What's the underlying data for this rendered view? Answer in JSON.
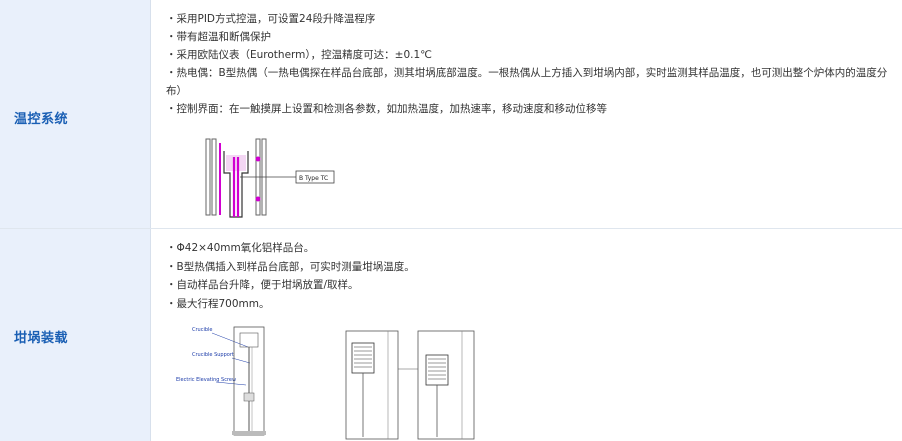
{
  "section1": {
    "label": "温控系统",
    "items": [
      "・采用PID方式控温，可设置24段升降温程序",
      "・带有超温和断偶保护",
      "・采用欧陆仪表（Eurotherm），控温精度可达：±0.1℃",
      "・热电偶：B型热偶（一热电偶探在样品台底部，测其坩埚底部温度。一根热偶从上方插入到坩埚内部，实时监测其样品温度，也可测出整个炉体内的温度分布）",
      "・控制界面：在一触摸屏上设置和检测各参数，如加热温度，加热速率，移动速度和移动位移等"
    ],
    "figure": {
      "tc_label": "B Type TC"
    }
  },
  "section2": {
    "label": "坩埚装载",
    "items": [
      "・Φ42×40mm氧化铝样品台。",
      "・B型热偶插入到样品台底部，可实时测量坩埚温度。",
      "・自动样品台升降，便于坩埚放置/取样。",
      "・最大行程700mm。"
    ],
    "figure": {
      "labels": [
        "Crucible",
        "Crucible Support",
        "Electric Elevating Screw"
      ]
    }
  },
  "colors": {
    "label_bg": "#e9f0fb",
    "label_text": "#1a5fb4",
    "accent_magenta": "#d100d1"
  }
}
